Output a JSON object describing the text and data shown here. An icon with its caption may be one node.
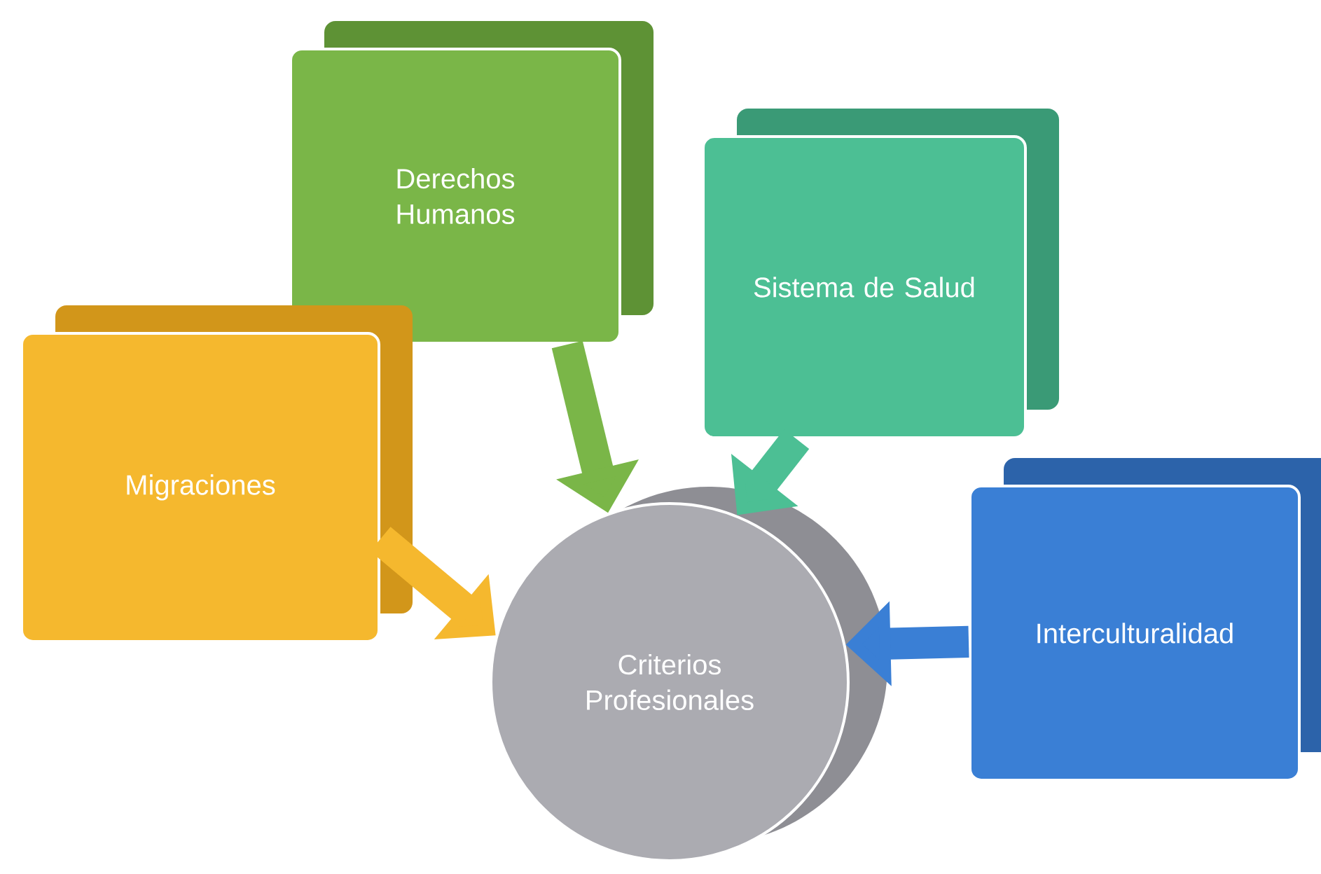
{
  "diagram": {
    "nodes": [
      {
        "text": [
          "Derechos Humanos"
        ]
      },
      {
        "text": [
          "Sistema de Salud"
        ]
      },
      {
        "text": [
          "Migraciones"
        ]
      },
      {
        "text": [
          "Interculturalidad"
        ]
      },
      {
        "text": [
          "Criterios Profesionales"
        ]
      }
    ],
    "edges": [
      {
        "from": 0,
        "to": 4,
        "arrow": "to",
        "color": "#7ab648"
      },
      {
        "from": 1,
        "to": 4,
        "arrow": "to",
        "color": "#4cbf94"
      },
      {
        "from": 2,
        "to": 4,
        "arrow": "to",
        "color": "#f5b82e"
      },
      {
        "from": 3,
        "to": 4,
        "arrow": "to",
        "color": "#3a7fd5"
      }
    ]
  }
}
